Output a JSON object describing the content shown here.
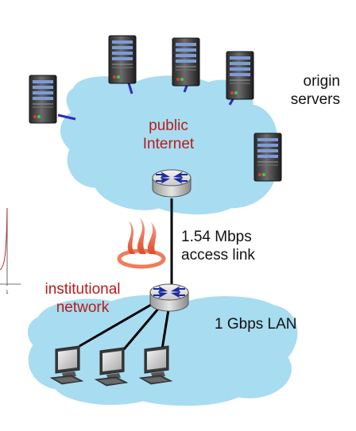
{
  "labels": {
    "origin": [
      "origin",
      "servers"
    ],
    "internet": [
      "public",
      "Internet"
    ],
    "access_link": [
      "1.54 Mbps",
      "access link"
    ],
    "institution": [
      "institutional",
      "network"
    ],
    "lan": "1 Gbps LAN",
    "inset_tick": "1"
  },
  "colors": {
    "cloud": "#a8dcf0",
    "link": "#2b2bbf",
    "wire": "#000000",
    "label_red": "#b81c1c",
    "router_arrows": "#1a2aa0"
  },
  "icons": [
    "server-icon",
    "router-icon",
    "firewall-icon",
    "workstation-icon"
  ]
}
